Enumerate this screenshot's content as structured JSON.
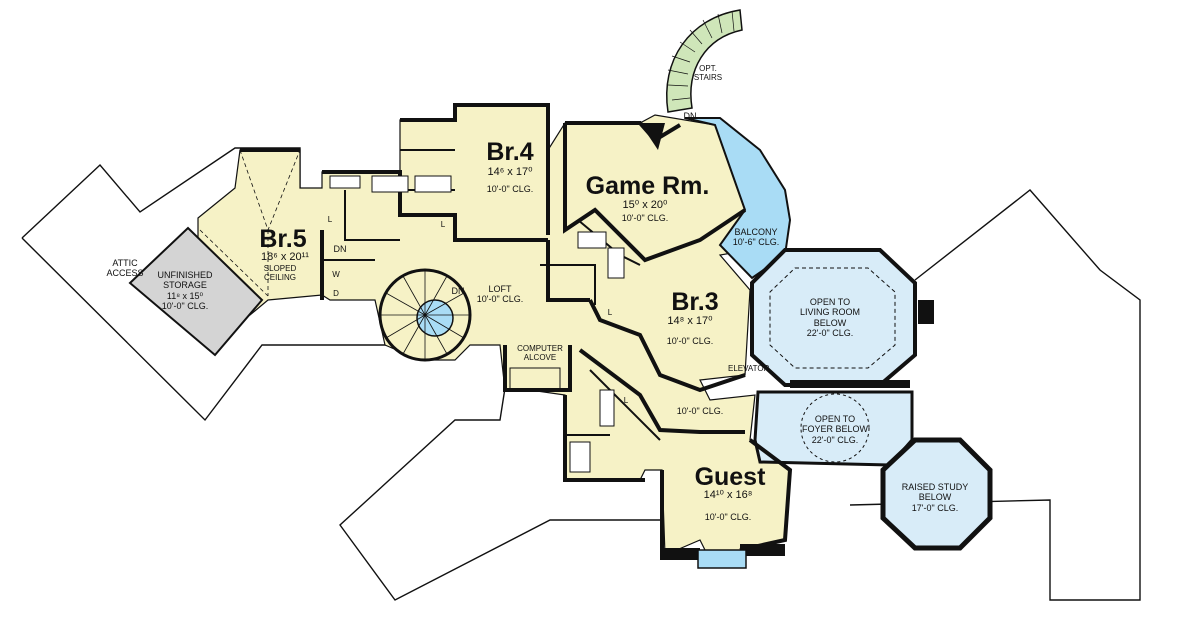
{
  "colors": {
    "room_fill": "#f6f2c6",
    "balcony_fill": "#a9dcf5",
    "open_below_fill": "#d8ecf8",
    "storage_fill": "#d4d4d4",
    "wall": "#111111",
    "stair_fill": "#cfe6b9"
  },
  "rooms": {
    "br4": {
      "name": "Br.4",
      "dims": "14⁶ x 17⁰",
      "clg": "10'-0\" CLG."
    },
    "game": {
      "name": "Game Rm.",
      "dims": "15⁰ x 20⁰",
      "clg": "10'-0\" CLG."
    },
    "br5": {
      "name": "Br.5",
      "dims": "18⁶ x 20¹¹",
      "clg_lines": [
        "SLOPED",
        "CEILING"
      ]
    },
    "br3": {
      "name": "Br.3",
      "dims": "14⁸ x 17⁰",
      "clg": "10'-0\" CLG."
    },
    "guest": {
      "name": "Guest",
      "dims": "14¹⁰ x 16⁸",
      "clg": "10'-0\" CLG."
    },
    "loft": {
      "name": "LOFT",
      "clg": "10'-0\" CLG."
    },
    "hall": {
      "clg": "10'-0\" CLG."
    },
    "balcony": {
      "name": "BALCONY",
      "clg": "10'-6\" CLG."
    },
    "living_below": {
      "lines": [
        "OPEN TO",
        "LIVING ROOM",
        "BELOW",
        "22'-0\" CLG."
      ]
    },
    "foyer_below": {
      "lines": [
        "OPEN TO",
        "FOYER BELOW",
        "22'-0\" CLG."
      ]
    },
    "study_below": {
      "lines": [
        "RAISED STUDY",
        "BELOW",
        "17'-0\" CLG."
      ]
    },
    "storage": {
      "lines": [
        "UNFINISHED",
        "STORAGE",
        "11⁸ x 15⁰",
        "10'-0\" CLG."
      ]
    },
    "computer": {
      "lines": [
        "COMPUTER",
        "ALCOVE"
      ]
    }
  },
  "notes": {
    "attic": [
      "ATTIC",
      "ACCESS"
    ],
    "opt_stairs": [
      "OPT.",
      "STAIRS"
    ],
    "elevator": "ELEVATOR",
    "dn1": "DN",
    "dn2": "DN",
    "dn3": "DN",
    "closet_l": "L",
    "closet_w": "W",
    "closet_d": "D"
  }
}
